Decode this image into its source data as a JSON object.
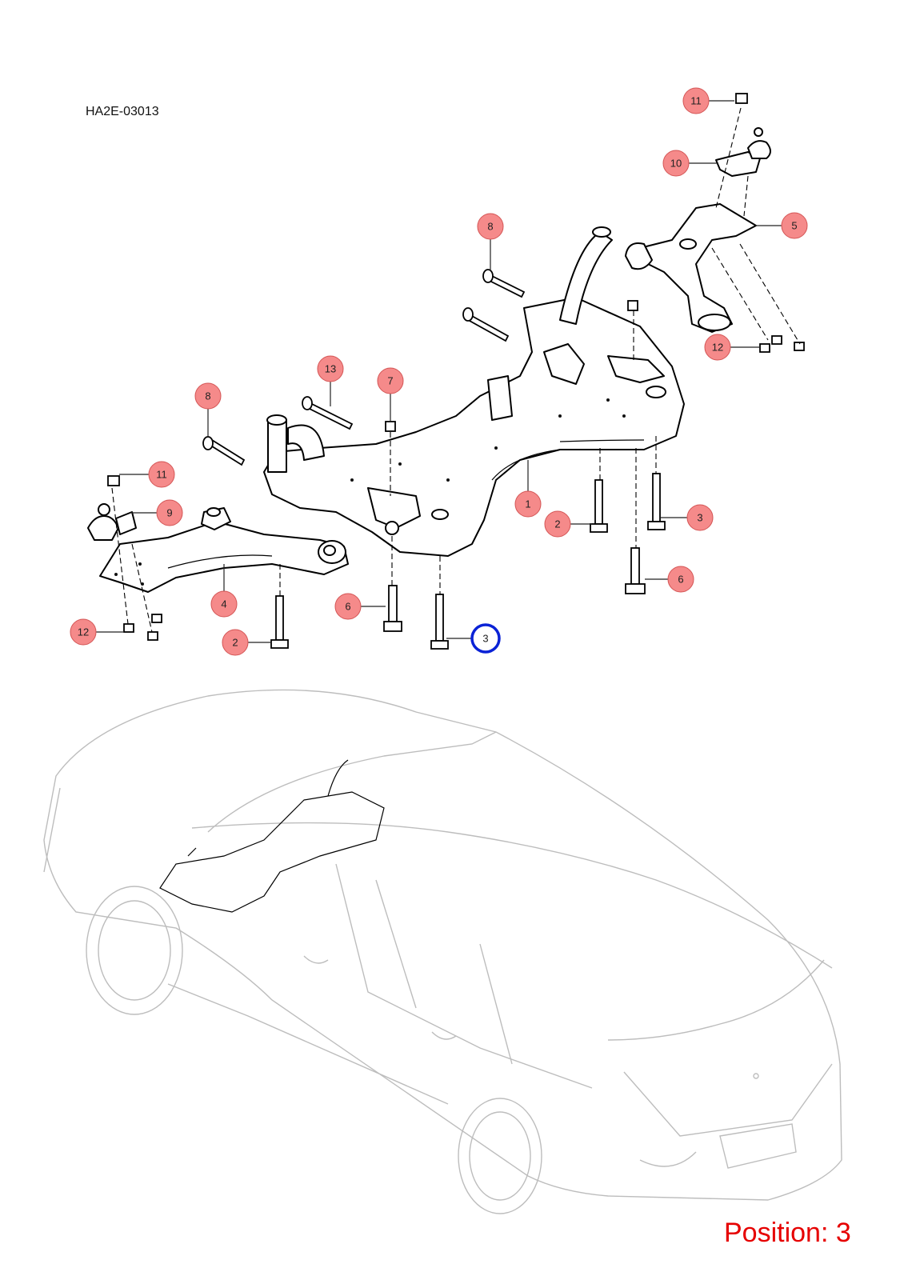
{
  "diagram_code": "HA2E-03013",
  "position_label": "Position: 3",
  "colors": {
    "callout_fill": "#f58a8a",
    "selected_outline": "#0a22d6",
    "position_text": "#e60000"
  },
  "callouts": [
    {
      "id": "c11-top",
      "label": "11",
      "selected": false
    },
    {
      "id": "c10",
      "label": "10",
      "selected": false
    },
    {
      "id": "c5",
      "label": "5",
      "selected": false
    },
    {
      "id": "c8-top",
      "label": "8",
      "selected": false
    },
    {
      "id": "c12-right",
      "label": "12",
      "selected": false
    },
    {
      "id": "c13",
      "label": "13",
      "selected": false
    },
    {
      "id": "c7",
      "label": "7",
      "selected": false
    },
    {
      "id": "c8-left",
      "label": "8",
      "selected": false
    },
    {
      "id": "c11-left",
      "label": "11",
      "selected": false
    },
    {
      "id": "c9",
      "label": "9",
      "selected": false
    },
    {
      "id": "c1",
      "label": "1",
      "selected": false
    },
    {
      "id": "c2-right",
      "label": "2",
      "selected": false
    },
    {
      "id": "c3-right",
      "label": "3",
      "selected": false
    },
    {
      "id": "c6-right",
      "label": "6",
      "selected": false
    },
    {
      "id": "c4",
      "label": "4",
      "selected": false
    },
    {
      "id": "c6-left",
      "label": "6",
      "selected": false
    },
    {
      "id": "c12-left",
      "label": "12",
      "selected": false
    },
    {
      "id": "c2-left",
      "label": "2",
      "selected": false
    },
    {
      "id": "c3-left",
      "label": "3",
      "selected": true
    }
  ]
}
